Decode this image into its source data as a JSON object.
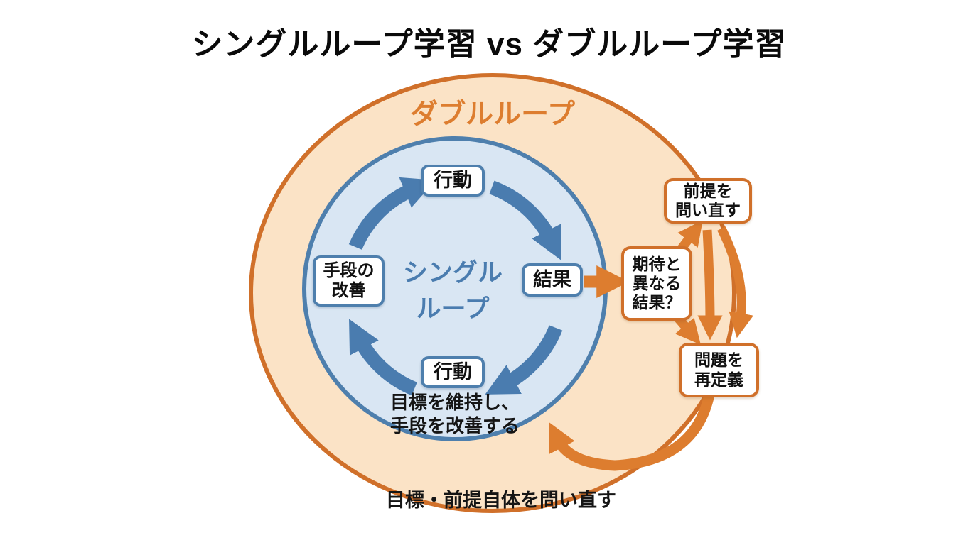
{
  "title": "シングルループ学習 vs ダブルループ学習",
  "outer_loop": {
    "label": "ダブルループ",
    "caption": "目標・前提自体を問い直す",
    "box_premise": "前提を\n問い直す",
    "box_unexpected": "期待と\n異なる\n結果？",
    "box_redefine": "問題を\n再定義"
  },
  "inner_loop": {
    "label": "シングル\nループ",
    "caption": "目標を維持し、\n手段を改善する",
    "box_action_top": "行動",
    "box_result": "結果",
    "box_action_bottom": "行動",
    "box_improve": "手段の\n改善"
  },
  "colors": {
    "orange": "#DD7D2F",
    "orange_stroke": "#D0702A",
    "orange_fill": "#FBE3C6",
    "blue": "#4A7CAF",
    "blue_stroke": "#4E7FAD",
    "blue_fill": "#D9E6F3"
  }
}
